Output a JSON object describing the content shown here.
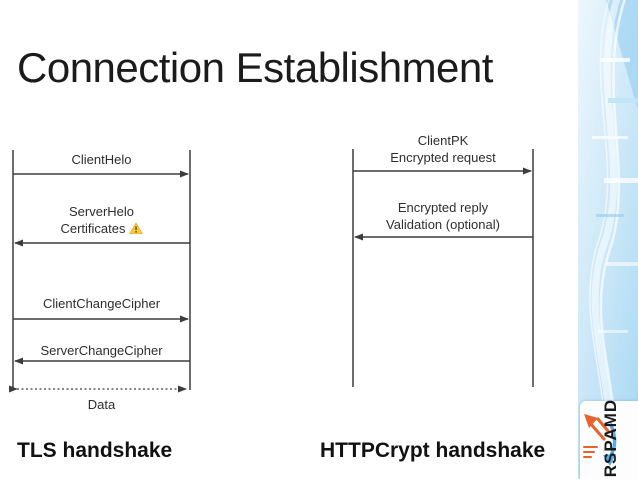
{
  "slide": {
    "title": "Connection Establishment"
  },
  "tls": {
    "caption": "TLS handshake",
    "actors": [
      "client",
      "server"
    ],
    "messages": [
      {
        "lines": [
          "ClientHelo"
        ],
        "direction": "client-to-server",
        "style": "solid"
      },
      {
        "lines": [
          "ServerHelo",
          "Certificates"
        ],
        "icon": "warning-triangle",
        "direction": "server-to-client",
        "style": "solid"
      },
      {
        "lines": [
          "ClientChangeCipher"
        ],
        "direction": "client-to-server",
        "style": "solid"
      },
      {
        "lines": [
          "ServerChangeCipher"
        ],
        "direction": "server-to-client",
        "style": "solid"
      },
      {
        "lines": [
          "Data"
        ],
        "direction": "both",
        "style": "dotted"
      }
    ]
  },
  "httpcrypt": {
    "caption": "HTTPCrypt handshake",
    "actors": [
      "client",
      "server"
    ],
    "messages": [
      {
        "lines": [
          "ClientPK",
          "Encrypted request"
        ],
        "direction": "client-to-server",
        "style": "solid"
      },
      {
        "lines": [
          "Encrypted reply",
          "Validation (optional)"
        ],
        "direction": "server-to-client",
        "style": "solid"
      }
    ]
  },
  "logo": {
    "text": "RSPAMD"
  },
  "icons": {
    "warning": "warning-triangle-icon",
    "logo_up_arrow": "orange-up-left-arrow",
    "logo_down_arrow": "blue-down-arrow"
  },
  "colors": {
    "strip_blue_light": "#edf7fd",
    "strip_blue": "#a5d7f3",
    "logo_orange": "#e8622d",
    "logo_blue": "#55aee8",
    "warning_yellow": "#f7c843",
    "text_dark": "#1b1b1b"
  }
}
